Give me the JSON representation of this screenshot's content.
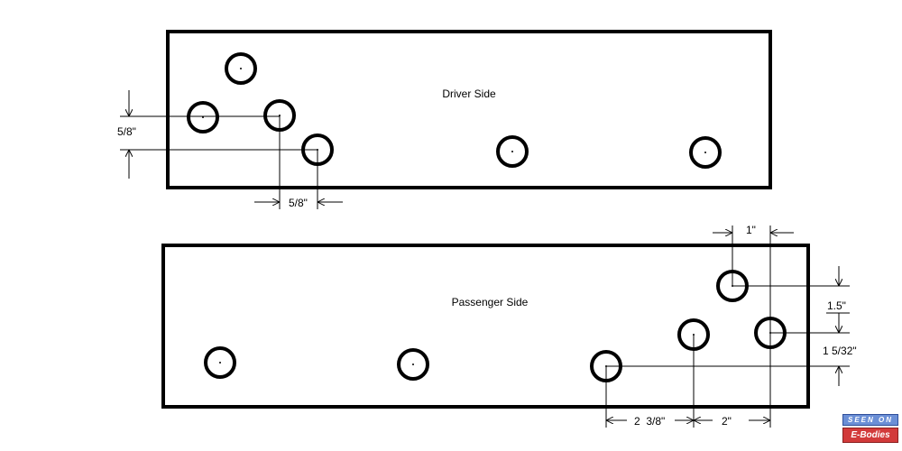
{
  "driver_side": {
    "label": "Driver Side",
    "dim_vertical": "5/8\"",
    "dim_horizontal": "5/8\""
  },
  "passenger_side": {
    "label": "Passenger Side",
    "dim_top": "1\"",
    "dim_right_upper": "1.5\"",
    "dim_right_lower": "1 5/32\"",
    "dim_bottom_left": "2  3/8\"",
    "dim_bottom_right": "2\""
  },
  "watermark": {
    "line1": "SEEN ON",
    "line2": "E-Bodies"
  }
}
